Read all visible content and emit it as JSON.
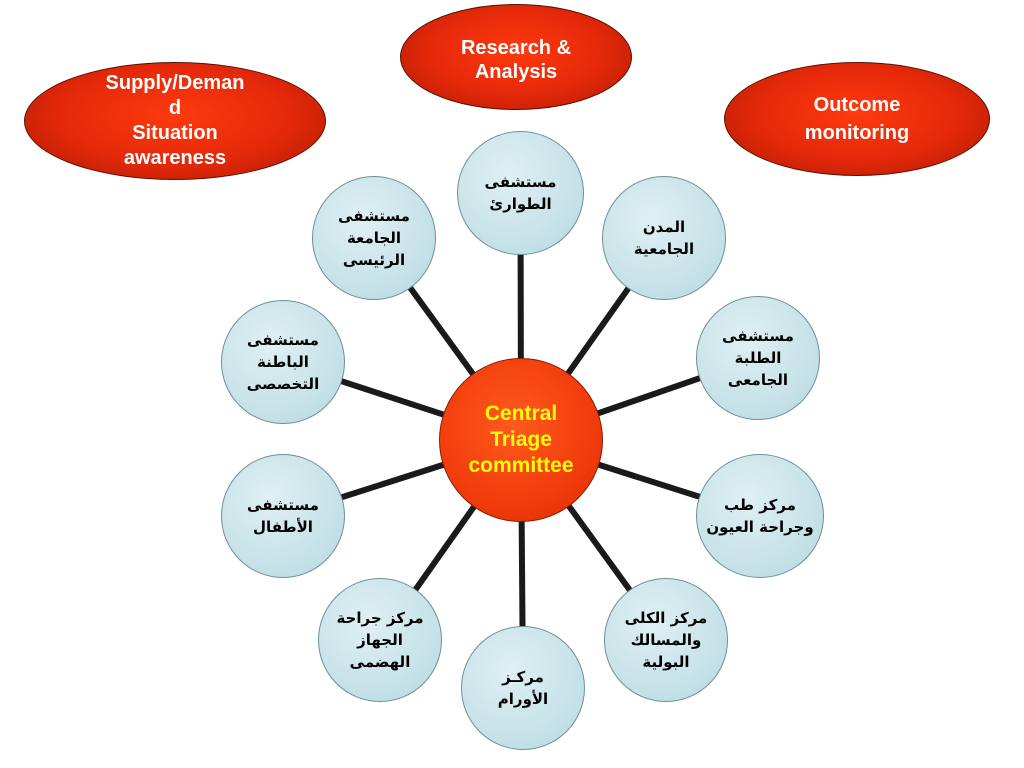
{
  "hub": {
    "label": "Central\nTriage\ncommittee"
  },
  "ovals": {
    "research": "Research &\nAnalysis",
    "supply": "Supply/Deman\nd\nSituation\nawareness",
    "outcome": "Outcome\nmonitoring"
  },
  "nodes": [
    {
      "id": "emergency",
      "label": "مستشفى\nالطوارئ"
    },
    {
      "id": "university-cities",
      "label": "المدن\nالجامعية"
    },
    {
      "id": "students",
      "label": "مستشفى\nالطلبة\nالجامعى"
    },
    {
      "id": "ophthalmology",
      "label": "مركز طب\nوجراحة العيون"
    },
    {
      "id": "urology",
      "label": "مركز الكلى\nوالمسالك\nالبولية"
    },
    {
      "id": "oncology",
      "label": "مركـز\nالأورام"
    },
    {
      "id": "gastro",
      "label": "مركز جراحة\nالجهاز\nالهضمى"
    },
    {
      "id": "pediatrics",
      "label": "مستشفى\nالأطفال"
    },
    {
      "id": "internal",
      "label": "مستشفى\nالباطنة\nالتخصصى"
    },
    {
      "id": "main-university",
      "label": "مستشفى\nالجامعة\nالرئيسى"
    }
  ],
  "colors": {
    "hub_fill": "#f03a0a",
    "hub_text": "#ffff00",
    "node_fill": "#c3e0e7",
    "oval_fill": "#e3280a",
    "oval_text": "#ffffff",
    "spoke": "#1a1a1a"
  }
}
